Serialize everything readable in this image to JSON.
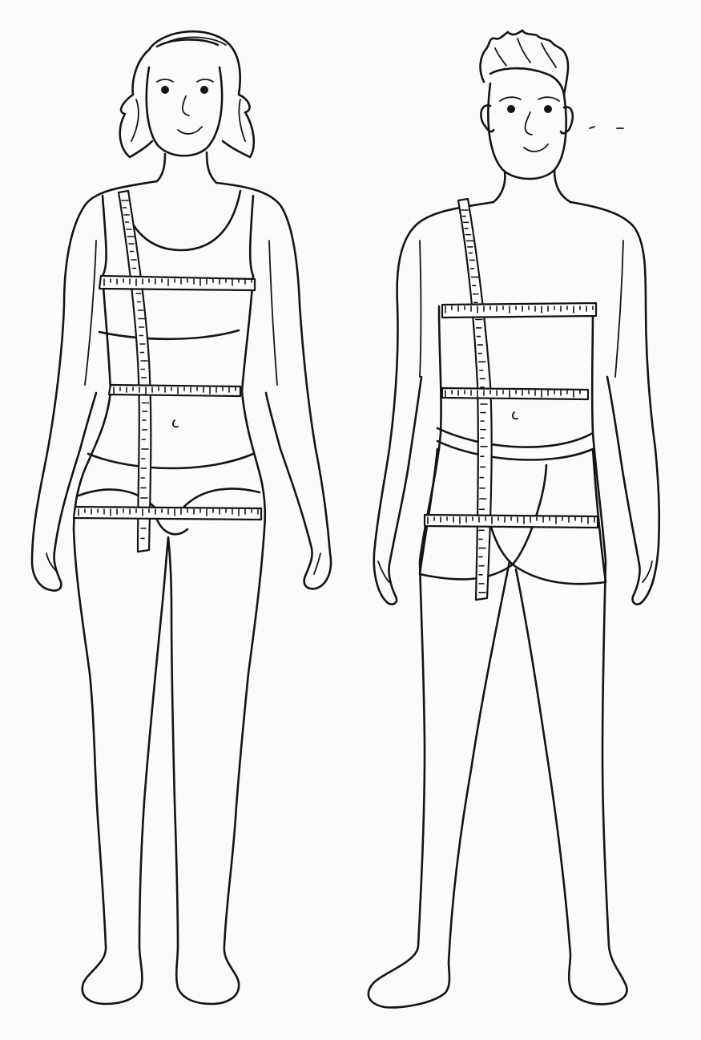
{
  "colors": {
    "ink": "#141414",
    "paper": "#fbfbf9",
    "tape": "#ffffff"
  },
  "figures": [
    {
      "id": "woman",
      "measurements": [
        "shoulder-to-hip-tape",
        "bust-tape",
        "waist-tape",
        "hip-tape"
      ]
    },
    {
      "id": "man",
      "measurements": [
        "shoulder-to-thigh-tape",
        "chest-tape",
        "waist-tape",
        "hip-tape"
      ]
    }
  ]
}
